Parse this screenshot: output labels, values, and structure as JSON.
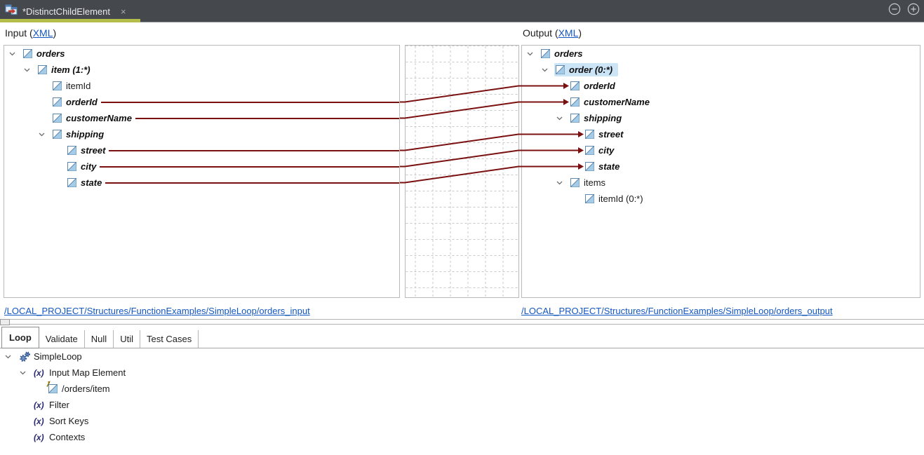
{
  "window": {
    "tab": {
      "title": "*DistinctChildElement",
      "close": "×"
    }
  },
  "header": {
    "input_prefix": "Input (",
    "output_prefix": "Output (",
    "xml_label": "XML",
    "suffix": ")"
  },
  "input_tree": {
    "rows": [
      {
        "label": "orders",
        "level": 0,
        "expanded": true,
        "emphasis": true,
        "mapped": false
      },
      {
        "label": "item (1:*)",
        "level": 1,
        "expanded": true,
        "emphasis": true,
        "mapped": false
      },
      {
        "label": "itemId",
        "level": 2,
        "expanded": null,
        "emphasis": false,
        "mapped": false
      },
      {
        "label": "orderId",
        "level": 2,
        "expanded": null,
        "emphasis": true,
        "mapped": true
      },
      {
        "label": "customerName",
        "level": 2,
        "expanded": null,
        "emphasis": true,
        "mapped": true
      },
      {
        "label": "shipping",
        "level": 2,
        "expanded": true,
        "emphasis": true,
        "mapped": false
      },
      {
        "label": "street",
        "level": 3,
        "expanded": null,
        "emphasis": true,
        "mapped": true
      },
      {
        "label": "city",
        "level": 3,
        "expanded": null,
        "emphasis": true,
        "mapped": true
      },
      {
        "label": "state",
        "level": 3,
        "expanded": null,
        "emphasis": true,
        "mapped": true
      }
    ]
  },
  "output_tree": {
    "rows": [
      {
        "label": "orders",
        "level": 0,
        "expanded": true,
        "emphasis": true,
        "arrow": false,
        "selected": false
      },
      {
        "label": "order (0:*)",
        "level": 1,
        "expanded": true,
        "emphasis": true,
        "arrow": false,
        "selected": true
      },
      {
        "label": "orderId",
        "level": 2,
        "expanded": null,
        "emphasis": true,
        "arrow": true,
        "selected": false
      },
      {
        "label": "customerName",
        "level": 2,
        "expanded": null,
        "emphasis": true,
        "arrow": true,
        "selected": false
      },
      {
        "label": "shipping",
        "level": 2,
        "expanded": true,
        "emphasis": true,
        "arrow": false,
        "selected": false
      },
      {
        "label": "street",
        "level": 3,
        "expanded": null,
        "emphasis": true,
        "arrow": true,
        "selected": false
      },
      {
        "label": "city",
        "level": 3,
        "expanded": null,
        "emphasis": true,
        "arrow": true,
        "selected": false
      },
      {
        "label": "state",
        "level": 3,
        "expanded": null,
        "emphasis": true,
        "arrow": true,
        "selected": false
      },
      {
        "label": "items",
        "level": 2,
        "expanded": true,
        "emphasis": false,
        "arrow": false,
        "selected": false
      },
      {
        "label": "itemId (0:*)",
        "level": 3,
        "expanded": null,
        "emphasis": false,
        "arrow": false,
        "selected": false
      }
    ]
  },
  "mappings": [
    {
      "source": "orderId",
      "source_row": 3,
      "target": "orderId",
      "target_row": 2,
      "target_level": 2
    },
    {
      "source": "customerName",
      "source_row": 4,
      "target": "customerName",
      "target_row": 3,
      "target_level": 2
    },
    {
      "source": "street",
      "source_row": 6,
      "target": "street",
      "target_row": 5,
      "target_level": 3
    },
    {
      "source": "city",
      "source_row": 7,
      "target": "city",
      "target_row": 6,
      "target_level": 3
    },
    {
      "source": "state",
      "source_row": 8,
      "target": "state",
      "target_row": 7,
      "target_level": 3
    }
  ],
  "footer": {
    "input_path": "/LOCAL_PROJECT/Structures/FunctionExamples/SimpleLoop/orders_input",
    "output_path": "/LOCAL_PROJECT/Structures/FunctionExamples/SimpleLoop/orders_output"
  },
  "tabs": [
    {
      "label": "Loop",
      "active": true
    },
    {
      "label": "Validate",
      "active": false
    },
    {
      "label": "Null",
      "active": false
    },
    {
      "label": "Util",
      "active": false
    },
    {
      "label": "Test Cases",
      "active": false
    }
  ],
  "function_tree": {
    "rows": [
      {
        "label": "SimpleLoop",
        "icon": "gears",
        "level": 0,
        "expanded": true
      },
      {
        "label": "Input Map Element",
        "icon": "function",
        "level": 1,
        "expanded": true
      },
      {
        "label": "/orders/item",
        "icon": "element-ref",
        "level": 2,
        "expanded": null
      },
      {
        "label": "Filter",
        "icon": "function",
        "level": 1,
        "expanded": null
      },
      {
        "label": "Sort Keys",
        "icon": "function",
        "level": 1,
        "expanded": null
      },
      {
        "label": "Contexts",
        "icon": "function",
        "level": 1,
        "expanded": null
      }
    ]
  },
  "icons": {
    "function_glyph": "(x)"
  },
  "colors": {
    "mapping_line": "#7a1010",
    "selection": "#cbe4f6",
    "link": "#1356c0",
    "active_tab_underline": "#b5bd4b",
    "topbar_bg": "#45494e",
    "grid_line": "#c9c9c9"
  }
}
